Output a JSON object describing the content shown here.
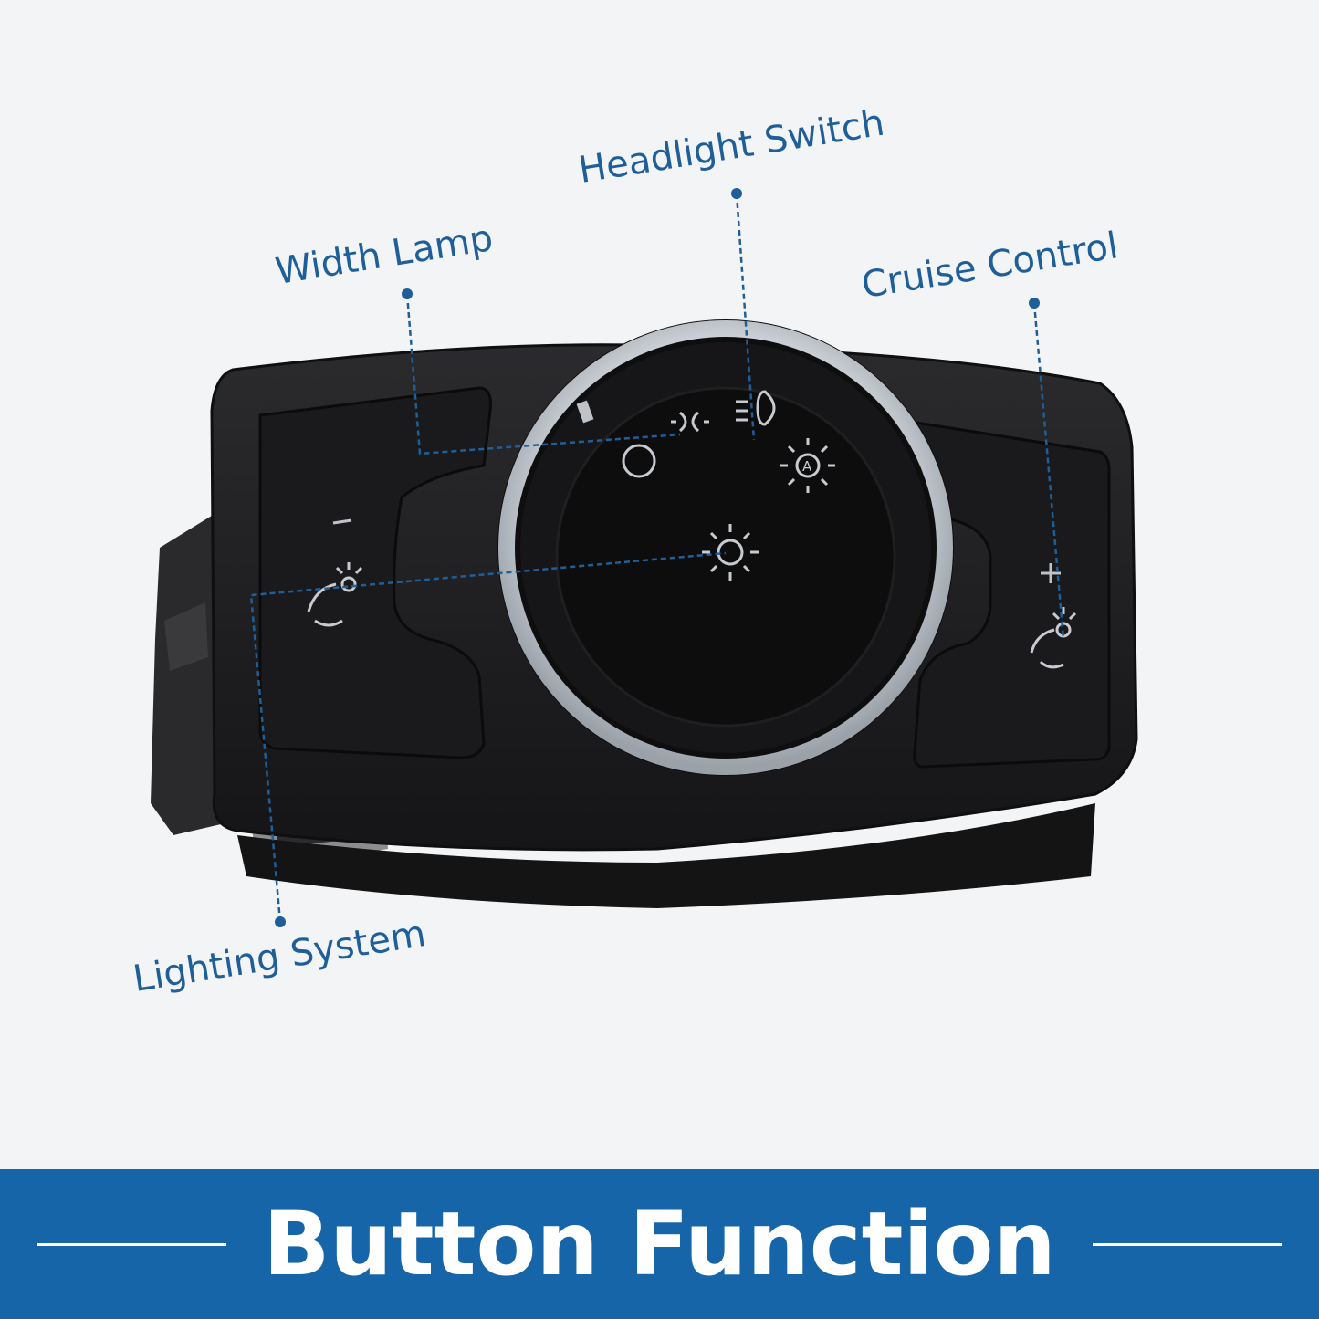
{
  "labels": {
    "headlight": "Headlight Switch",
    "width": "Width Lamp",
    "cruise": "Cruise Control",
    "lighting": "Lighting System"
  },
  "banner": {
    "title": "Button Function"
  },
  "colors": {
    "label": "#1f5f99",
    "banner": "#1565a8",
    "panel": "#1d1d1f",
    "ring": "#d9dde2"
  }
}
